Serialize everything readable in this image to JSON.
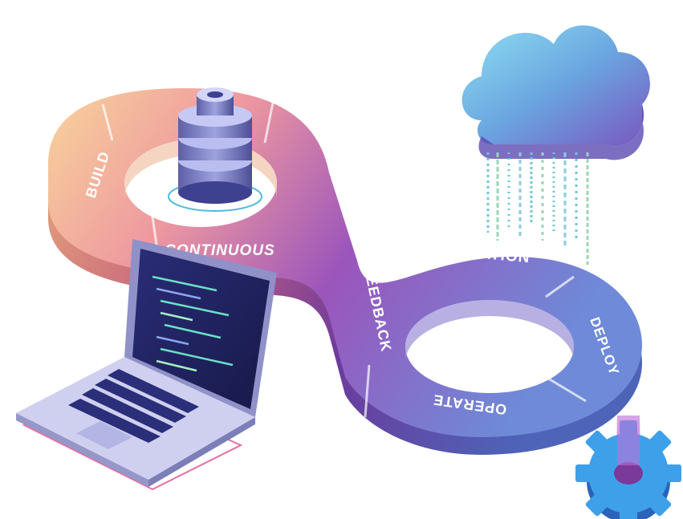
{
  "labels": {
    "build": "BUILD",
    "continuous": "CONTINUOUS",
    "continuous_feedback": "CONTINUOUS FEEDBACK",
    "integration": "INTEGRATION",
    "deploy": "DEPLOY",
    "operate": "OPERATE"
  },
  "colors": {
    "band_warm": "#f7c98b",
    "band_pink": "#e9889a",
    "band_purple": "#8b4fb8",
    "band_blue": "#6a7fd6",
    "cloud": "#6fc3e8",
    "gear": "#3b8fe0",
    "laptop_screen": "#1f2260",
    "laptop_body": "#cfd0f0"
  }
}
